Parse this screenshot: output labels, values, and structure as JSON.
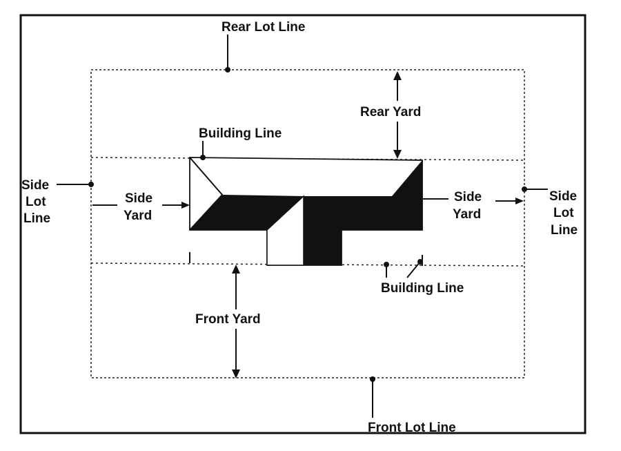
{
  "labels": {
    "rear_lot_line": "Rear Lot Line",
    "rear_yard": "Rear Yard",
    "building_line_top": "Building Line",
    "side_lot_line_left": [
      "Side",
      "Lot",
      "Line"
    ],
    "side_yard_left": [
      "Side",
      "Yard"
    ],
    "side_yard_right": [
      "Side",
      "Yard"
    ],
    "side_lot_line_right": [
      "Side",
      "Lot",
      "Line"
    ],
    "building_line_bottom": "Building Line",
    "front_yard": "Front Yard",
    "front_lot_line": "Front Lot Line"
  },
  "colors": {
    "ink": "#111111",
    "roof_dark": "#111111",
    "background": "#ffffff"
  }
}
